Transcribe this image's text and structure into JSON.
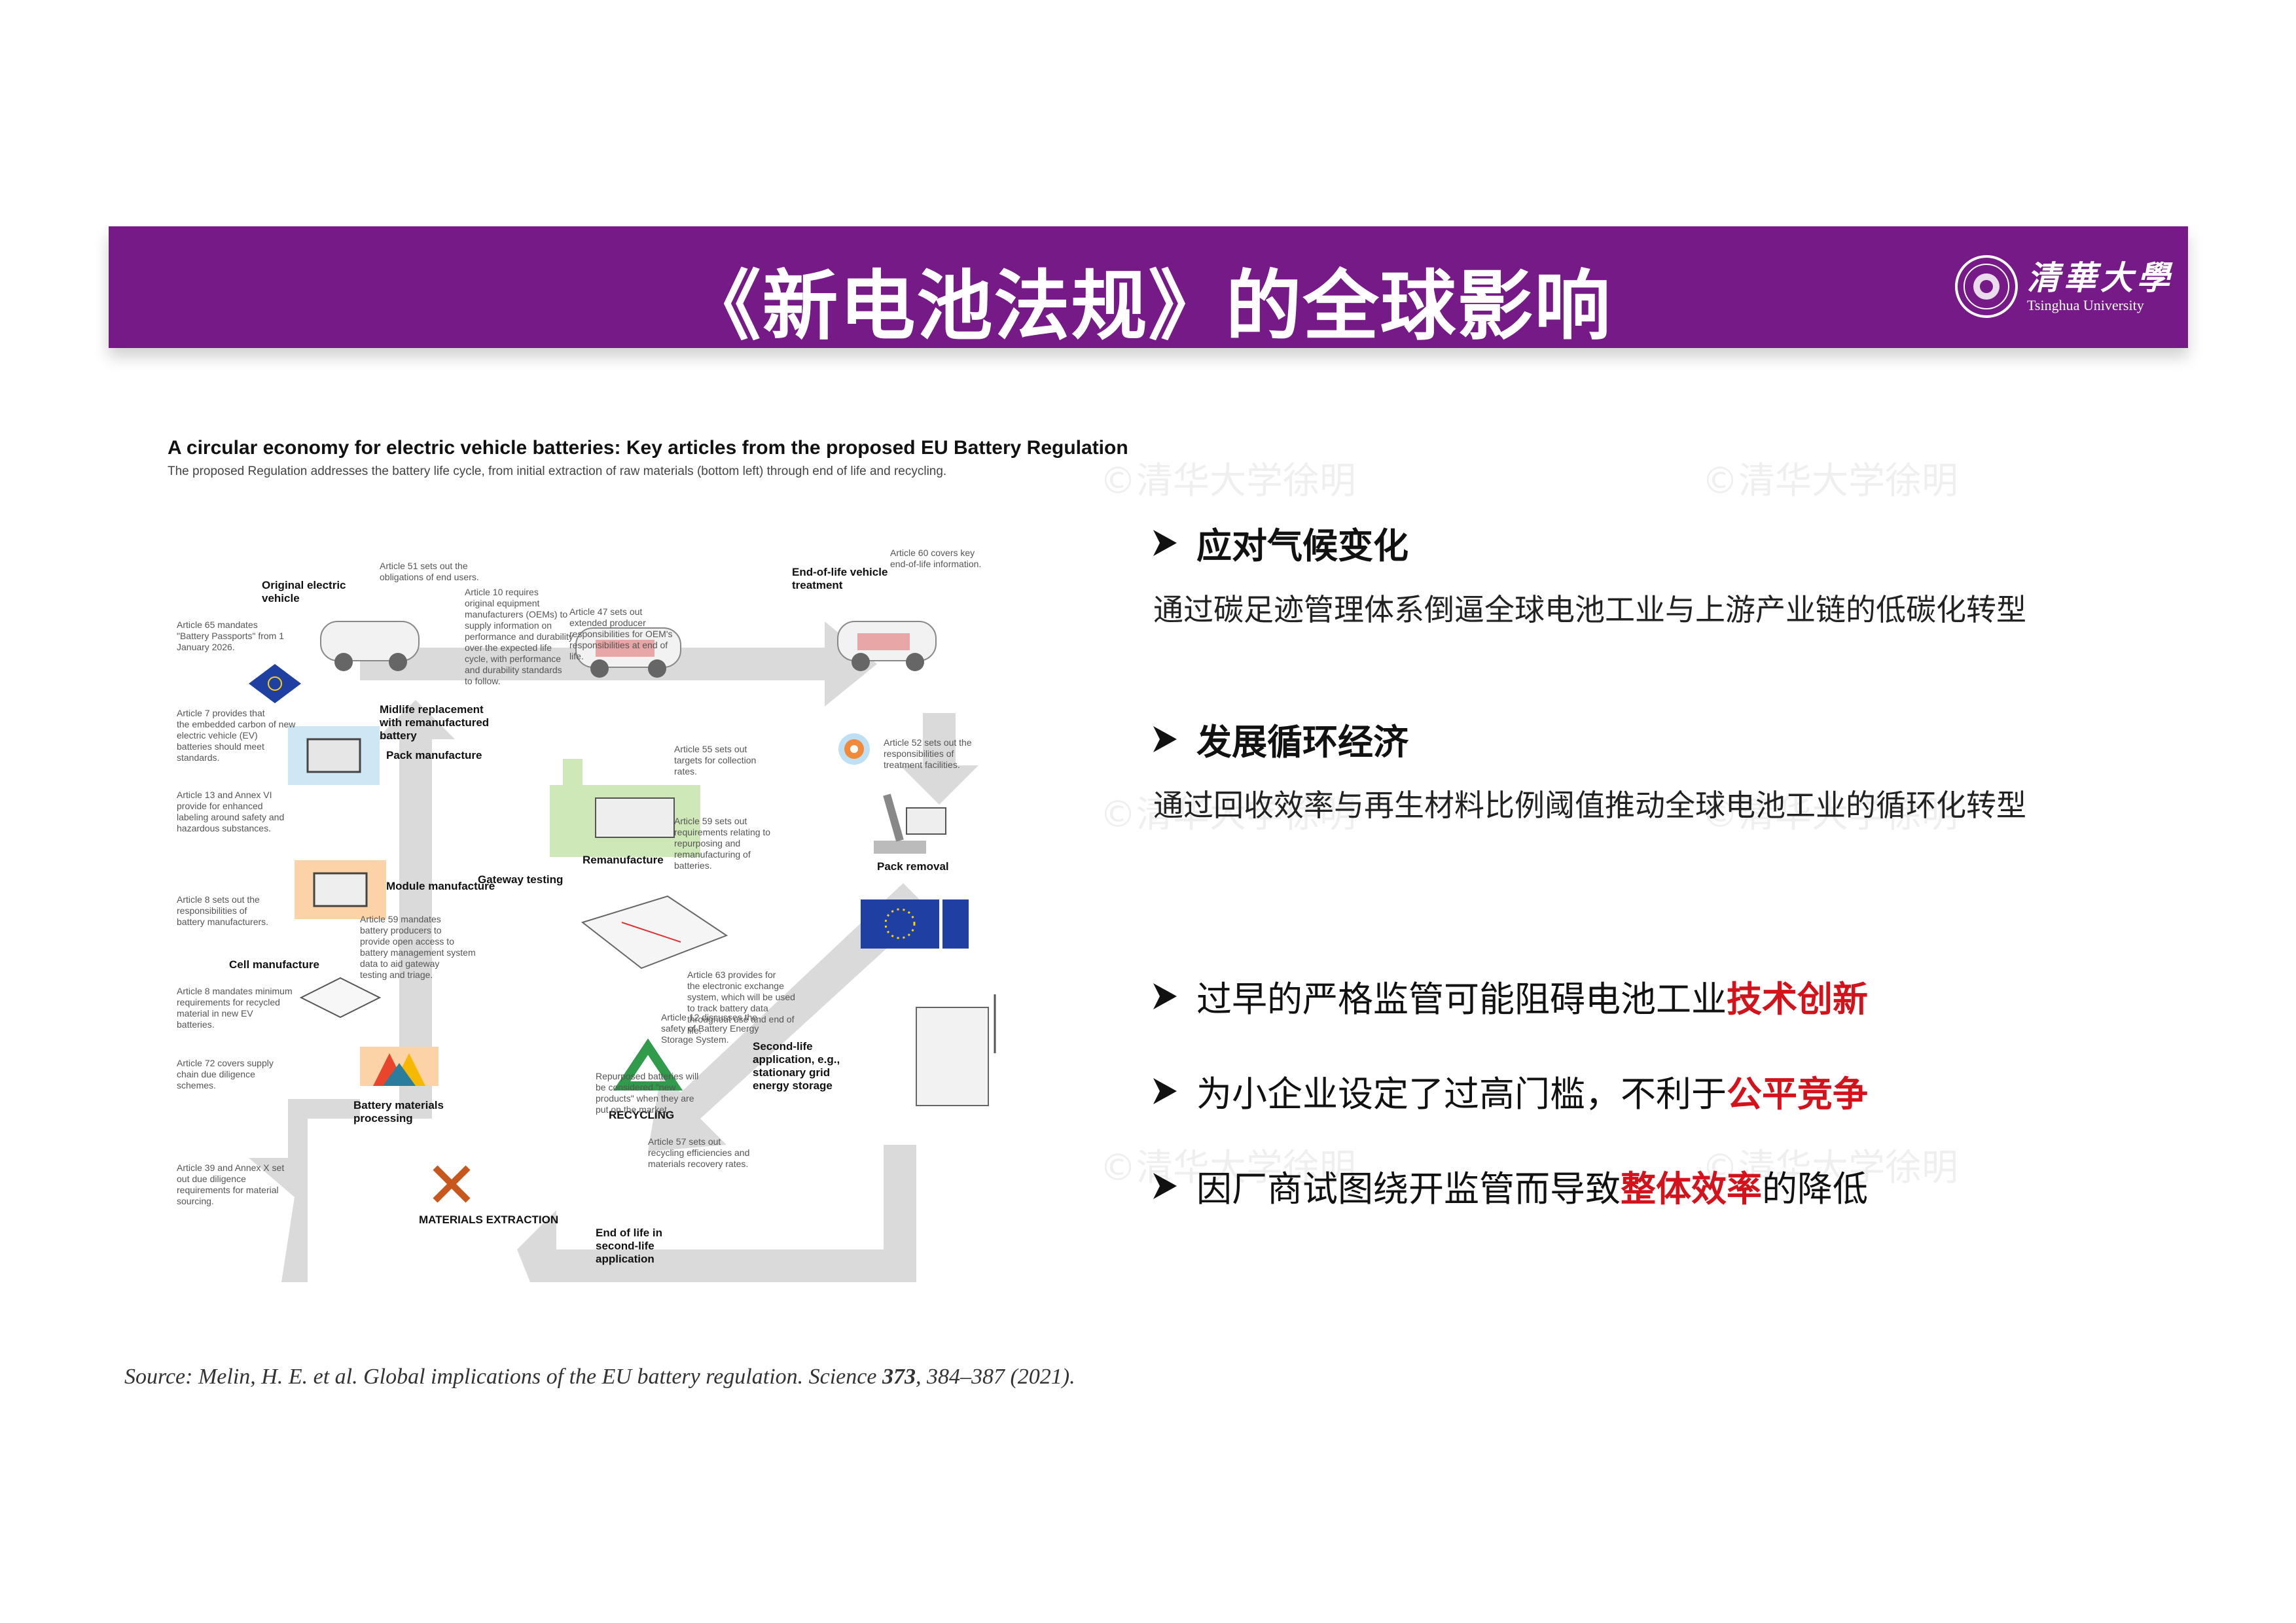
{
  "header": {
    "title": "《新电池法规》的全球影响",
    "logo_cn": "清華大學",
    "logo_en": "Tsinghua University"
  },
  "figure": {
    "title": "A circular economy for electric vehicle batteries: Key articles from the proposed EU Battery Regulation",
    "subtitle": "The proposed Regulation addresses the battery life cycle, from initial extraction of raw materials (bottom left) through end of life and recycling.",
    "labels": {
      "original_ev": "Original electric vehicle",
      "midlife": "Midlife replacement with remanufactured battery",
      "eol_vehicle": "End-of-life vehicle treatment",
      "pack_manufacture": "Pack manufacture",
      "remanufacture": "Remanufacture",
      "pack_removal": "Pack removal",
      "module_manufacture": "Module manufacture",
      "gateway_testing": "Gateway testing",
      "cell_manufacture": "Cell manufacture",
      "battery_materials": "Battery materials processing",
      "recycling": "RECYCLING",
      "second_life": "Second-life application, e.g., stationary grid energy storage",
      "materials_extraction": "MATERIALS EXTRACTION",
      "end_of_life": "End of life in second-life application"
    },
    "notes": {
      "art65": "Article 65 mandates \"Battery Passports\" from 1 January 2026.",
      "art51": "Article 51 sets out the obligations of end users.",
      "art10": "Article 10 requires original equipment manufacturers (OEMs) to supply information on performance and durability over the expected life cycle, with performance and durability standards to follow.",
      "art47": "Article 47 sets out extended producer responsibilities for OEM's responsibilities at end of life.",
      "art60": "Article 60 covers key end-of-life information.",
      "art7": "Article 7 provides that the embedded carbon of new electric vehicle (EV) batteries should meet standards.",
      "art55": "Article 55 sets out targets for collection rates.",
      "art52": "Article 52 sets out the responsibilities of treatment facilities.",
      "art13": "Article 13 and Annex VI provide for enhanced labeling around safety and hazardous substances.",
      "art59a": "Article 59 sets out requirements relating to repurposing and remanufacturing of batteries.",
      "art8a": "Article 8 sets out the responsibilities of battery manufacturers.",
      "art59b": "Article 59 mandates battery producers to provide open access to battery management system data to aid gateway testing and triage.",
      "art63": "Article 63 provides for the electronic exchange system, which will be used to track battery data throughout use and end of life.",
      "art8b": "Article 8 mandates minimum requirements for recycled material in new EV batteries.",
      "art12": "Article 12 discusses the safety of Battery Energy Storage System.",
      "repurposed": "Repurposed batteries will be considered \"new products\" when they are put on the market.",
      "art72": "Article 72 covers supply chain due diligence schemes.",
      "art57": "Article 57 sets out recycling efficiencies and materials recovery rates.",
      "art39": "Article 39 and Annex X set out due diligence requirements for material sourcing."
    }
  },
  "watermark": "©清华大学徐明",
  "points": {
    "p1_title": "应对气候变化",
    "p1_desc": "通过碳足迹管理体系倒逼全球电池工业与上游产业链的低碳化转型",
    "p2_title": "发展循环经济",
    "p2_desc": "通过回收效率与再生材料比例阈值推动全球电池工业的循环化转型",
    "c1_text": "过早的严格监管可能阻碍电池工业",
    "c1_hl": "技术创新",
    "c2_text": "为小企业设定了过高门槛，不利于",
    "c2_hl": "公平竞争",
    "c3_pre": "因厂商试图绕开监管而导致",
    "c3_hl": "整体效率",
    "c3_post": "的降低"
  },
  "source": {
    "prefix": "Source: Melin, H. E. et al. Global implications of the EU battery regulation. Science ",
    "volume": "373",
    "suffix": ", 384–387 (2021)."
  },
  "colors": {
    "banner": "#761a87",
    "highlight": "#d3121b",
    "arrow_gray": "#dadada",
    "eu_blue": "#1f3fa3"
  }
}
